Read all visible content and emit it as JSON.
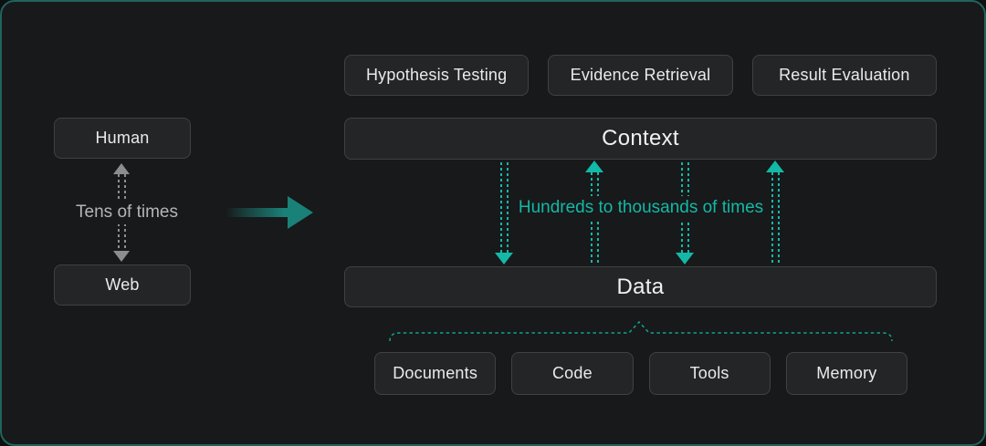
{
  "colors": {
    "accent": "#14b8a6",
    "arrow-fill": "#1a8178",
    "gray-line": "#8b8d8f",
    "card-bg": "#17191a",
    "page-bg": "#0d0f10",
    "card-border": "#21635d",
    "box-bg": "#232527",
    "box-border": "#3f4244",
    "text-primary": "#e9ebeb",
    "text-muted": "#b3b5b7"
  },
  "left_panel": {
    "human_label": "Human",
    "web_label": "Web",
    "cycle_label": "Tens of times"
  },
  "right_panel": {
    "top_boxes": [
      "Hypothesis Testing",
      "Evidence Retrieval",
      "Result Evaluation"
    ],
    "context_label": "Context",
    "cycle_label": "Hundreds to thousands of times",
    "data_label": "Data",
    "bottom_boxes": [
      "Documents",
      "Code",
      "Tools",
      "Memory"
    ]
  }
}
